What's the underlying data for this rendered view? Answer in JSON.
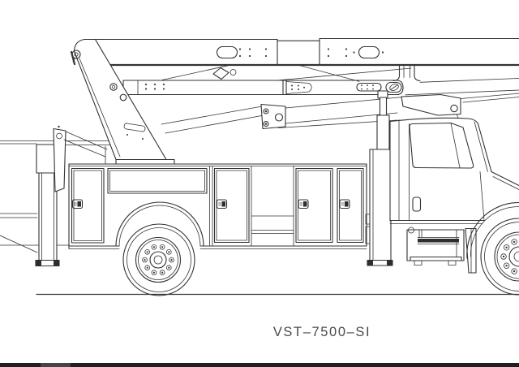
{
  "page": {
    "background": "#ffffff",
    "bottom_bar": {
      "color": "#202020",
      "accent_color": "#454545"
    }
  },
  "drawing": {
    "model_label": "VST–7500–SI",
    "label_color": "#4a4a4a",
    "line_color": "#333333",
    "subject": "aerial lift utility truck side view line drawing",
    "parts": [
      "upper-boom",
      "lower-boom",
      "boom-elbow",
      "leveling-linkage",
      "lift-cylinder-mast",
      "rear-outrigger",
      "utility-body",
      "compartment-doors",
      "rear-wheel",
      "front-wheel",
      "truck-cab",
      "under-cab-step",
      "front-fender",
      "ground-line"
    ]
  }
}
